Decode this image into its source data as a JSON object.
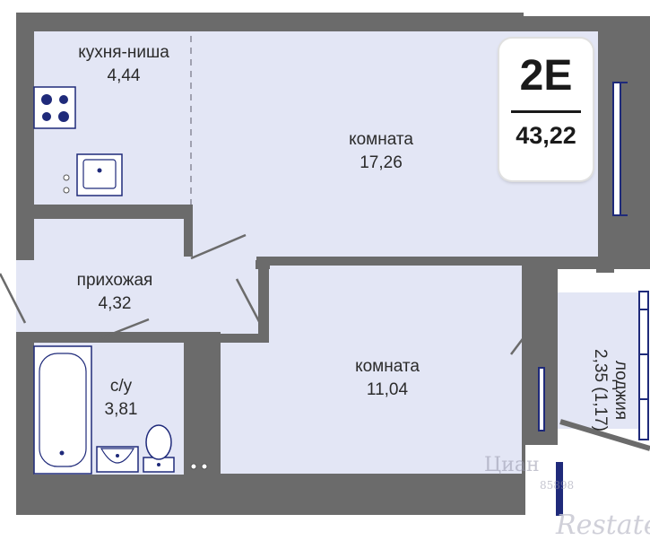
{
  "rooms": {
    "kitchen": {
      "name": "кухня-ниша",
      "area": "4,44"
    },
    "room_large": {
      "name": "комната",
      "area": "17,26"
    },
    "hallway": {
      "name": "прихожая",
      "area": "4,32"
    },
    "bathroom": {
      "name": "с/у",
      "area": "3,81"
    },
    "room_small": {
      "name": "комната",
      "area": "11,04"
    },
    "loggia": {
      "name": "лоджия",
      "area": "2,35 (1,17)"
    }
  },
  "badge": {
    "type": "2Е",
    "total_area": "43,22"
  },
  "watermark": {
    "brand": "Циан",
    "id": "85898",
    "site": "Restate"
  },
  "colors": {
    "wall": "#6b6b6b",
    "floor": "#e3e6f5",
    "window": "#1f2a7a"
  }
}
